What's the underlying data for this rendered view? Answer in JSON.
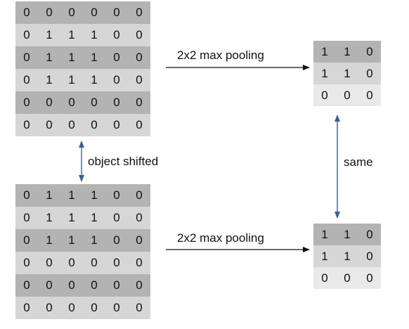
{
  "input_top": [
    [
      "0",
      "0",
      "0",
      "0",
      "0",
      "0"
    ],
    [
      "0",
      "1",
      "1",
      "1",
      "0",
      "0"
    ],
    [
      "0",
      "1",
      "1",
      "1",
      "0",
      "0"
    ],
    [
      "0",
      "1",
      "1",
      "1",
      "0",
      "0"
    ],
    [
      "0",
      "0",
      "0",
      "0",
      "0",
      "0"
    ],
    [
      "0",
      "0",
      "0",
      "0",
      "0",
      "0"
    ]
  ],
  "input_bottom": [
    [
      "0",
      "1",
      "1",
      "1",
      "0",
      "0"
    ],
    [
      "0",
      "1",
      "1",
      "1",
      "0",
      "0"
    ],
    [
      "0",
      "1",
      "1",
      "1",
      "0",
      "0"
    ],
    [
      "0",
      "0",
      "0",
      "0",
      "0",
      "0"
    ],
    [
      "0",
      "0",
      "0",
      "0",
      "0",
      "0"
    ],
    [
      "0",
      "0",
      "0",
      "0",
      "0",
      "0"
    ]
  ],
  "output_top": [
    [
      "1",
      "1",
      "0"
    ],
    [
      "1",
      "1",
      "0"
    ],
    [
      "0",
      "0",
      "0"
    ]
  ],
  "output_bottom": [
    [
      "1",
      "1",
      "0"
    ],
    [
      "1",
      "1",
      "0"
    ],
    [
      "0",
      "0",
      "0"
    ]
  ],
  "labels": {
    "pool_top": "2x2 max pooling",
    "pool_bottom": "2x2 max pooling",
    "shifted": "object shifted",
    "same": "same"
  },
  "colors": {
    "row_shades": [
      "#b3b3b3",
      "#d6d6d6",
      "#e9e9e9"
    ],
    "vertical_arrow": "#3d5f8c",
    "horizontal_arrow": "#111111"
  }
}
